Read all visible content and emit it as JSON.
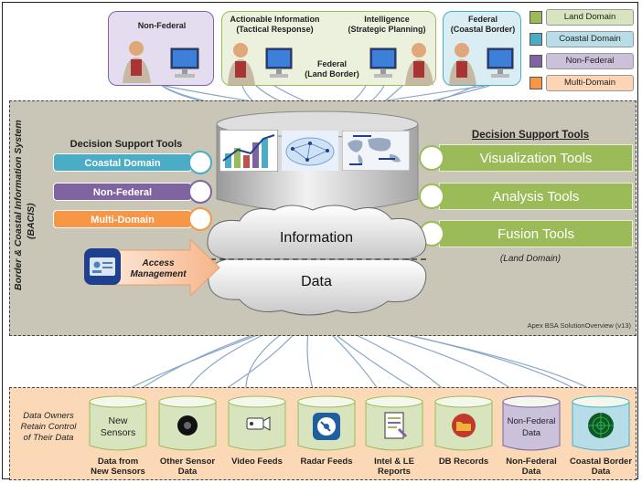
{
  "users": {
    "nonfederal": "Non-Federal",
    "actionable_title": "Actionable Information",
    "actionable_sub": "(Tactical Response)",
    "intel_title": "Intelligence",
    "intel_sub": "(Strategic Planning)",
    "federal_land_title": "Federal",
    "federal_land_sub": "(Land Border)",
    "federal_coastal_title": "Federal",
    "federal_coastal_sub": "(Coastal Border)"
  },
  "legend": [
    {
      "label": "Land Domain",
      "color": "#9bbb59",
      "fill": "#d7e4bd"
    },
    {
      "label": "Coastal Domain",
      "color": "#4bacc6",
      "fill": "#b7dee8"
    },
    {
      "label": "Non-Federal",
      "color": "#8064a2",
      "fill": "#ccc1da"
    },
    {
      "label": "Multi-Domain",
      "color": "#f79646",
      "fill": "#fcd5b5"
    }
  ],
  "system": {
    "vertical_title": "Border & Coastal Information System",
    "vertical_sub": "(BACIS)",
    "left_header": "Decision Support Tools",
    "left_tools": [
      {
        "label": "Coastal Domain",
        "color": "#4bacc6"
      },
      {
        "label": "Non-Federal",
        "color": "#8064a2"
      },
      {
        "label": "Multi-Domain",
        "color": "#f79646"
      }
    ],
    "right_header": "Decision Support Tools",
    "right_tools": [
      "Visualization Tools",
      "Analysis Tools",
      "Fusion Tools"
    ],
    "right_note": "(Land Domain)",
    "access_label_1": "Access",
    "access_label_2": "Management",
    "information": "Information",
    "data": "Data",
    "version": "Apex BSA SolutionOverview (v13)"
  },
  "owners": {
    "note_1": "Data Owners",
    "note_2": "Retain Control",
    "note_3": "of Their Data",
    "sources": [
      {
        "label_1": "Data from",
        "label_2": "New Sensors",
        "inner_1": "New",
        "inner_2": "Sensors",
        "icon": "new-sensors",
        "color": "#d7e4bd"
      },
      {
        "label_1": "Other Sensor",
        "label_2": "Data",
        "icon": "camera-icon",
        "color": "#d7e4bd"
      },
      {
        "label_1": "Video Feeds",
        "label_2": "",
        "icon": "video-camera-icon",
        "color": "#d7e4bd"
      },
      {
        "label_1": "Radar Feeds",
        "label_2": "",
        "icon": "radar-icon",
        "color": "#d7e4bd"
      },
      {
        "label_1": "Intel & LE",
        "label_2": "Reports",
        "icon": "document-icon",
        "color": "#d7e4bd"
      },
      {
        "label_1": "DB Records",
        "label_2": "",
        "icon": "folder-icon",
        "color": "#d7e4bd"
      },
      {
        "label_1": "Non-Federal",
        "label_2": "Data",
        "inner_1": "Non-Federal",
        "inner_2": "Data",
        "icon": "non-federal",
        "color": "#ccc1da"
      },
      {
        "label_1": "Coastal Border",
        "label_2": "Data",
        "icon": "radar-scope-icon",
        "color": "#b7dee8"
      }
    ]
  }
}
